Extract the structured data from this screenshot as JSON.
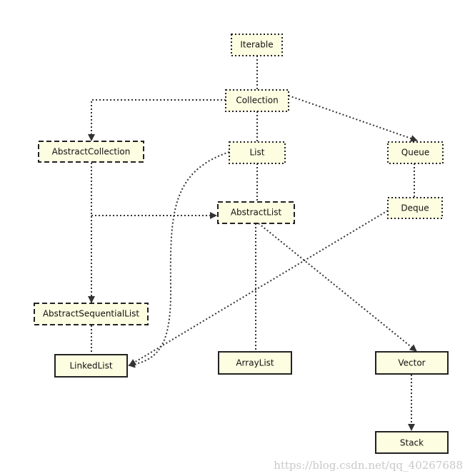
{
  "nodes": {
    "iterable": {
      "label": "Iterable"
    },
    "collection": {
      "label": "Collection"
    },
    "abstract_collection": {
      "label": "AbstractCollection"
    },
    "list": {
      "label": "List"
    },
    "queue": {
      "label": "Queue"
    },
    "abstract_list": {
      "label": "AbstractList"
    },
    "deque": {
      "label": "Deque"
    },
    "abstract_sequential_list": {
      "label": "AbstractSequentialList"
    },
    "linked_list": {
      "label": "LinkedList"
    },
    "array_list": {
      "label": "ArrayList"
    },
    "vector": {
      "label": "Vector"
    },
    "stack": {
      "label": "Stack"
    }
  },
  "watermark": "https://blog.csdn.net/qq_40267688"
}
